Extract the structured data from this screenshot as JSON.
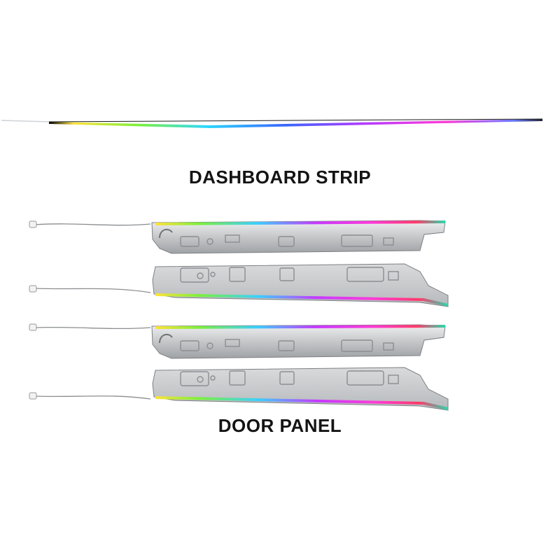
{
  "labels": {
    "dashboard": "DASHBOARD STRIP",
    "door": "DOOR PANEL"
  },
  "colors": {
    "background": "#ffffff",
    "text": "#141414",
    "metal": "#c9cbcd",
    "rainbow": [
      "#ffe23a",
      "#7cf03a",
      "#2ad8ff",
      "#3a64ff",
      "#b43aff",
      "#ff3ad6",
      "#ff3a6a"
    ]
  },
  "product": {
    "dashboard_strips": 1,
    "door_panel_strips": 4
  }
}
